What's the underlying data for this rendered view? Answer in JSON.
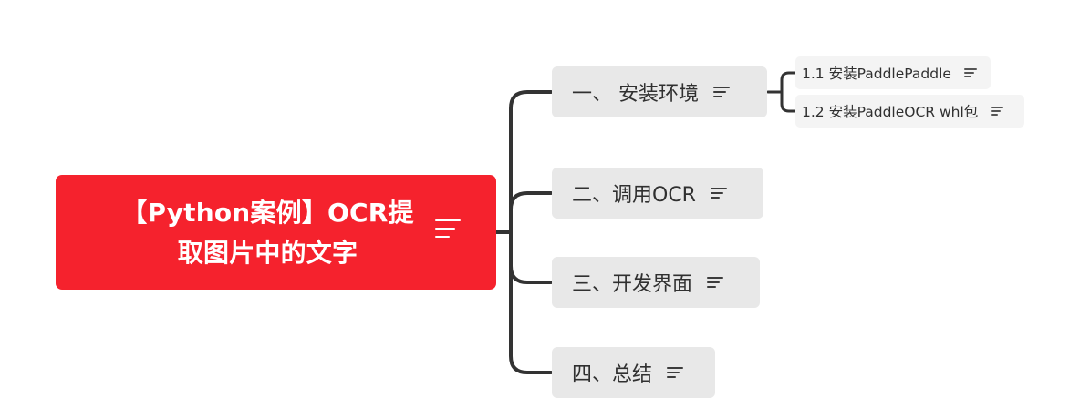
{
  "mindmap": {
    "root": {
      "line1": "【Python案例】OCR提",
      "line2": "取图片中的文字"
    },
    "branches": [
      {
        "label": "一、 安装环境"
      },
      {
        "label": "二、调用OCR"
      },
      {
        "label": "三、开发界面"
      },
      {
        "label": "四、总结"
      }
    ],
    "leaves": [
      {
        "label": "1.1 安装PaddlePaddle"
      },
      {
        "label": "1.2 安装PaddleOCR whl包"
      }
    ]
  },
  "colors": {
    "root_fill": "#f5222d",
    "branch_fill": "#e8e8e8",
    "leaf_fill": "#f4f4f4",
    "connector": "#333333"
  },
  "icons": {
    "note": "note-lines-icon"
  }
}
